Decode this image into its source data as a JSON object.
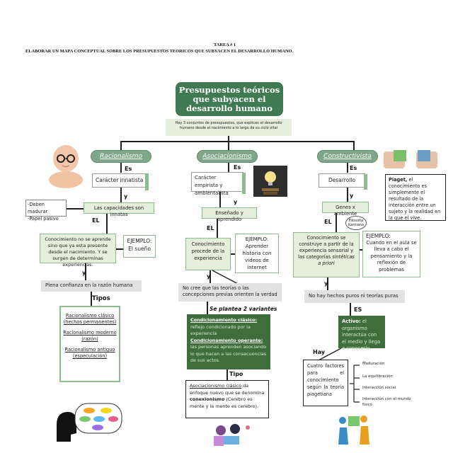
{
  "header": {
    "tarea": "TAREA # 1",
    "instruccion": "ELABORAR UN MAPA CONCEPTUAL SOBRE LOS PRESUPUESTOS TEORICOS QUE SUBYACEN EL DESARROLLO HUMANO."
  },
  "main": {
    "title": "Presupuestos teóricos que subyacen el desarrollo humano",
    "subtitle": "Hay 3 conjuntos de presupuestos, que explican el desarrollo humano desde el nacimiento a lo largo de su ciclo vital"
  },
  "racionalismo": {
    "heading": "Racionalismo",
    "es": "Es",
    "caracter": "Carácter innatista",
    "y1": "y",
    "capacidades": "Las capacidades son innatas",
    "side_note_1": "-Deben madurar",
    "side_note_2": "-Papel pasivo",
    "el": "EL",
    "concepto": "Conocimiento no se aprende sino que ya esta presente desde el nacimiento. Y se surgen de determinas experiencias.",
    "ejemplo_title": "EJEMPLO:",
    "ejemplo_text": "El sueño",
    "y2": "y",
    "confianza": "Plena confianza en la razón humana",
    "tipos": "Tipos",
    "tipo_1": "Racionalismo clásico (hechos permanentes)",
    "tipo_2": "Racionalismo moderno (razón)",
    "tipo_3": "Racionalismo antiguo (especulación)"
  },
  "asociacionismo": {
    "heading": "Asociacionismo",
    "es": "Es",
    "caracter": "Carácter empirista y ambientalista",
    "y1": "y",
    "ensenado": "Enseñado y aprendido",
    "el": "EL",
    "concepto": "Conocimiento procede de la experiencia",
    "ejemplo_title": "EJEMPLO:",
    "ejemplo_text": "Aprender historia con videos de internet",
    "y2": "y",
    "no_cree": "No cree que las teorías o las concepciones previas orienten la verdad",
    "variantes": "Se plantea 2 variantes",
    "cond_clasico_label": "Condicionamiento clásico:",
    "cond_clasico_text": "reflejo condicionado por la experiencia",
    "cond_operante_label": "Condicionamiento operante:",
    "cond_operante_text": "las personas aprenden asociando lo que hacen a las consecuencias de sus actos.",
    "tipo": "Tipo",
    "tipo_label": "Asociacionismo clásico",
    "tipo_text_1": "da enfoque nuevo que se denomina",
    "tipo_bold": "conexionismo",
    "tipo_text_2": "(Cerebro es mente y la mente es cerebro)."
  },
  "constructivista": {
    "heading": "Constructivista",
    "es": "Es",
    "caracter": "Desarrollo",
    "y1": "y",
    "genes": "Genes x ambiente",
    "filosofia": "Filosofía Kantiana",
    "el": "EL",
    "concepto_1": "Conocimiento se construye a partir de la experiencia sensorial y las categorías",
    "concepto_italic": "sintéticas a priori",
    "ejemplo_title": "EJEMPLO:",
    "ejemplo_text": "Cuando en el aula se lleva a cabo el pensamiento y la reflexión de problemas",
    "piaget_name": "Piaget,",
    "piaget_text": "el conocimiento es simplemente el resultado de la interacción entre un sujeto y la realidad en la que el vive.",
    "y2": "y",
    "no_hay": "No hay hechos puros ni teorías puras",
    "es2": "ES",
    "activo_bold": "Activo:",
    "activo_text": "el organismo interactúa con el medio y llega a conocerlo.",
    "hay": "Hay",
    "factores": "Cuatro factores para el conocimiento según la teoría piagetiana",
    "factor_1": "Maduración",
    "factor_2": "La equilibración",
    "factor_3": "Interacción social",
    "factor_4": "Interacción con el mundo físico"
  },
  "colors": {
    "dark_green": "#3f7a52",
    "pill_green": "#7fa88a",
    "light_green": "#e4efdc",
    "border_green": "#8dbb8d",
    "gray_fill": "#e2e2e2",
    "dark_box": "#3f6e3c"
  },
  "icons": [
    "baby-with-glasses-image",
    "lightbulb-books-image",
    "puzzle-hands-image",
    "thinking-head-icon",
    "students-laptop-image",
    "puzzle-people-image"
  ]
}
